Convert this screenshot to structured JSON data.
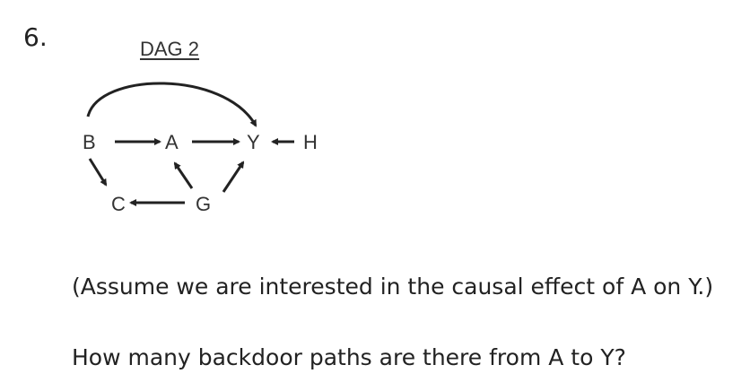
{
  "question": {
    "number": "6.",
    "dag_title": "DAG 2",
    "assumption": "(Assume we are interested in the causal effect of A on Y.)",
    "prompt": "How many backdoor paths are there from A to Y?"
  },
  "dag": {
    "nodes": [
      "B",
      "A",
      "Y",
      "H",
      "C",
      "G"
    ],
    "edges": [
      [
        "B",
        "A"
      ],
      [
        "A",
        "Y"
      ],
      [
        "H",
        "Y"
      ],
      [
        "B",
        "Y"
      ],
      [
        "B",
        "C"
      ],
      [
        "G",
        "C"
      ],
      [
        "G",
        "A"
      ],
      [
        "G",
        "Y"
      ]
    ],
    "color": "#222222"
  }
}
